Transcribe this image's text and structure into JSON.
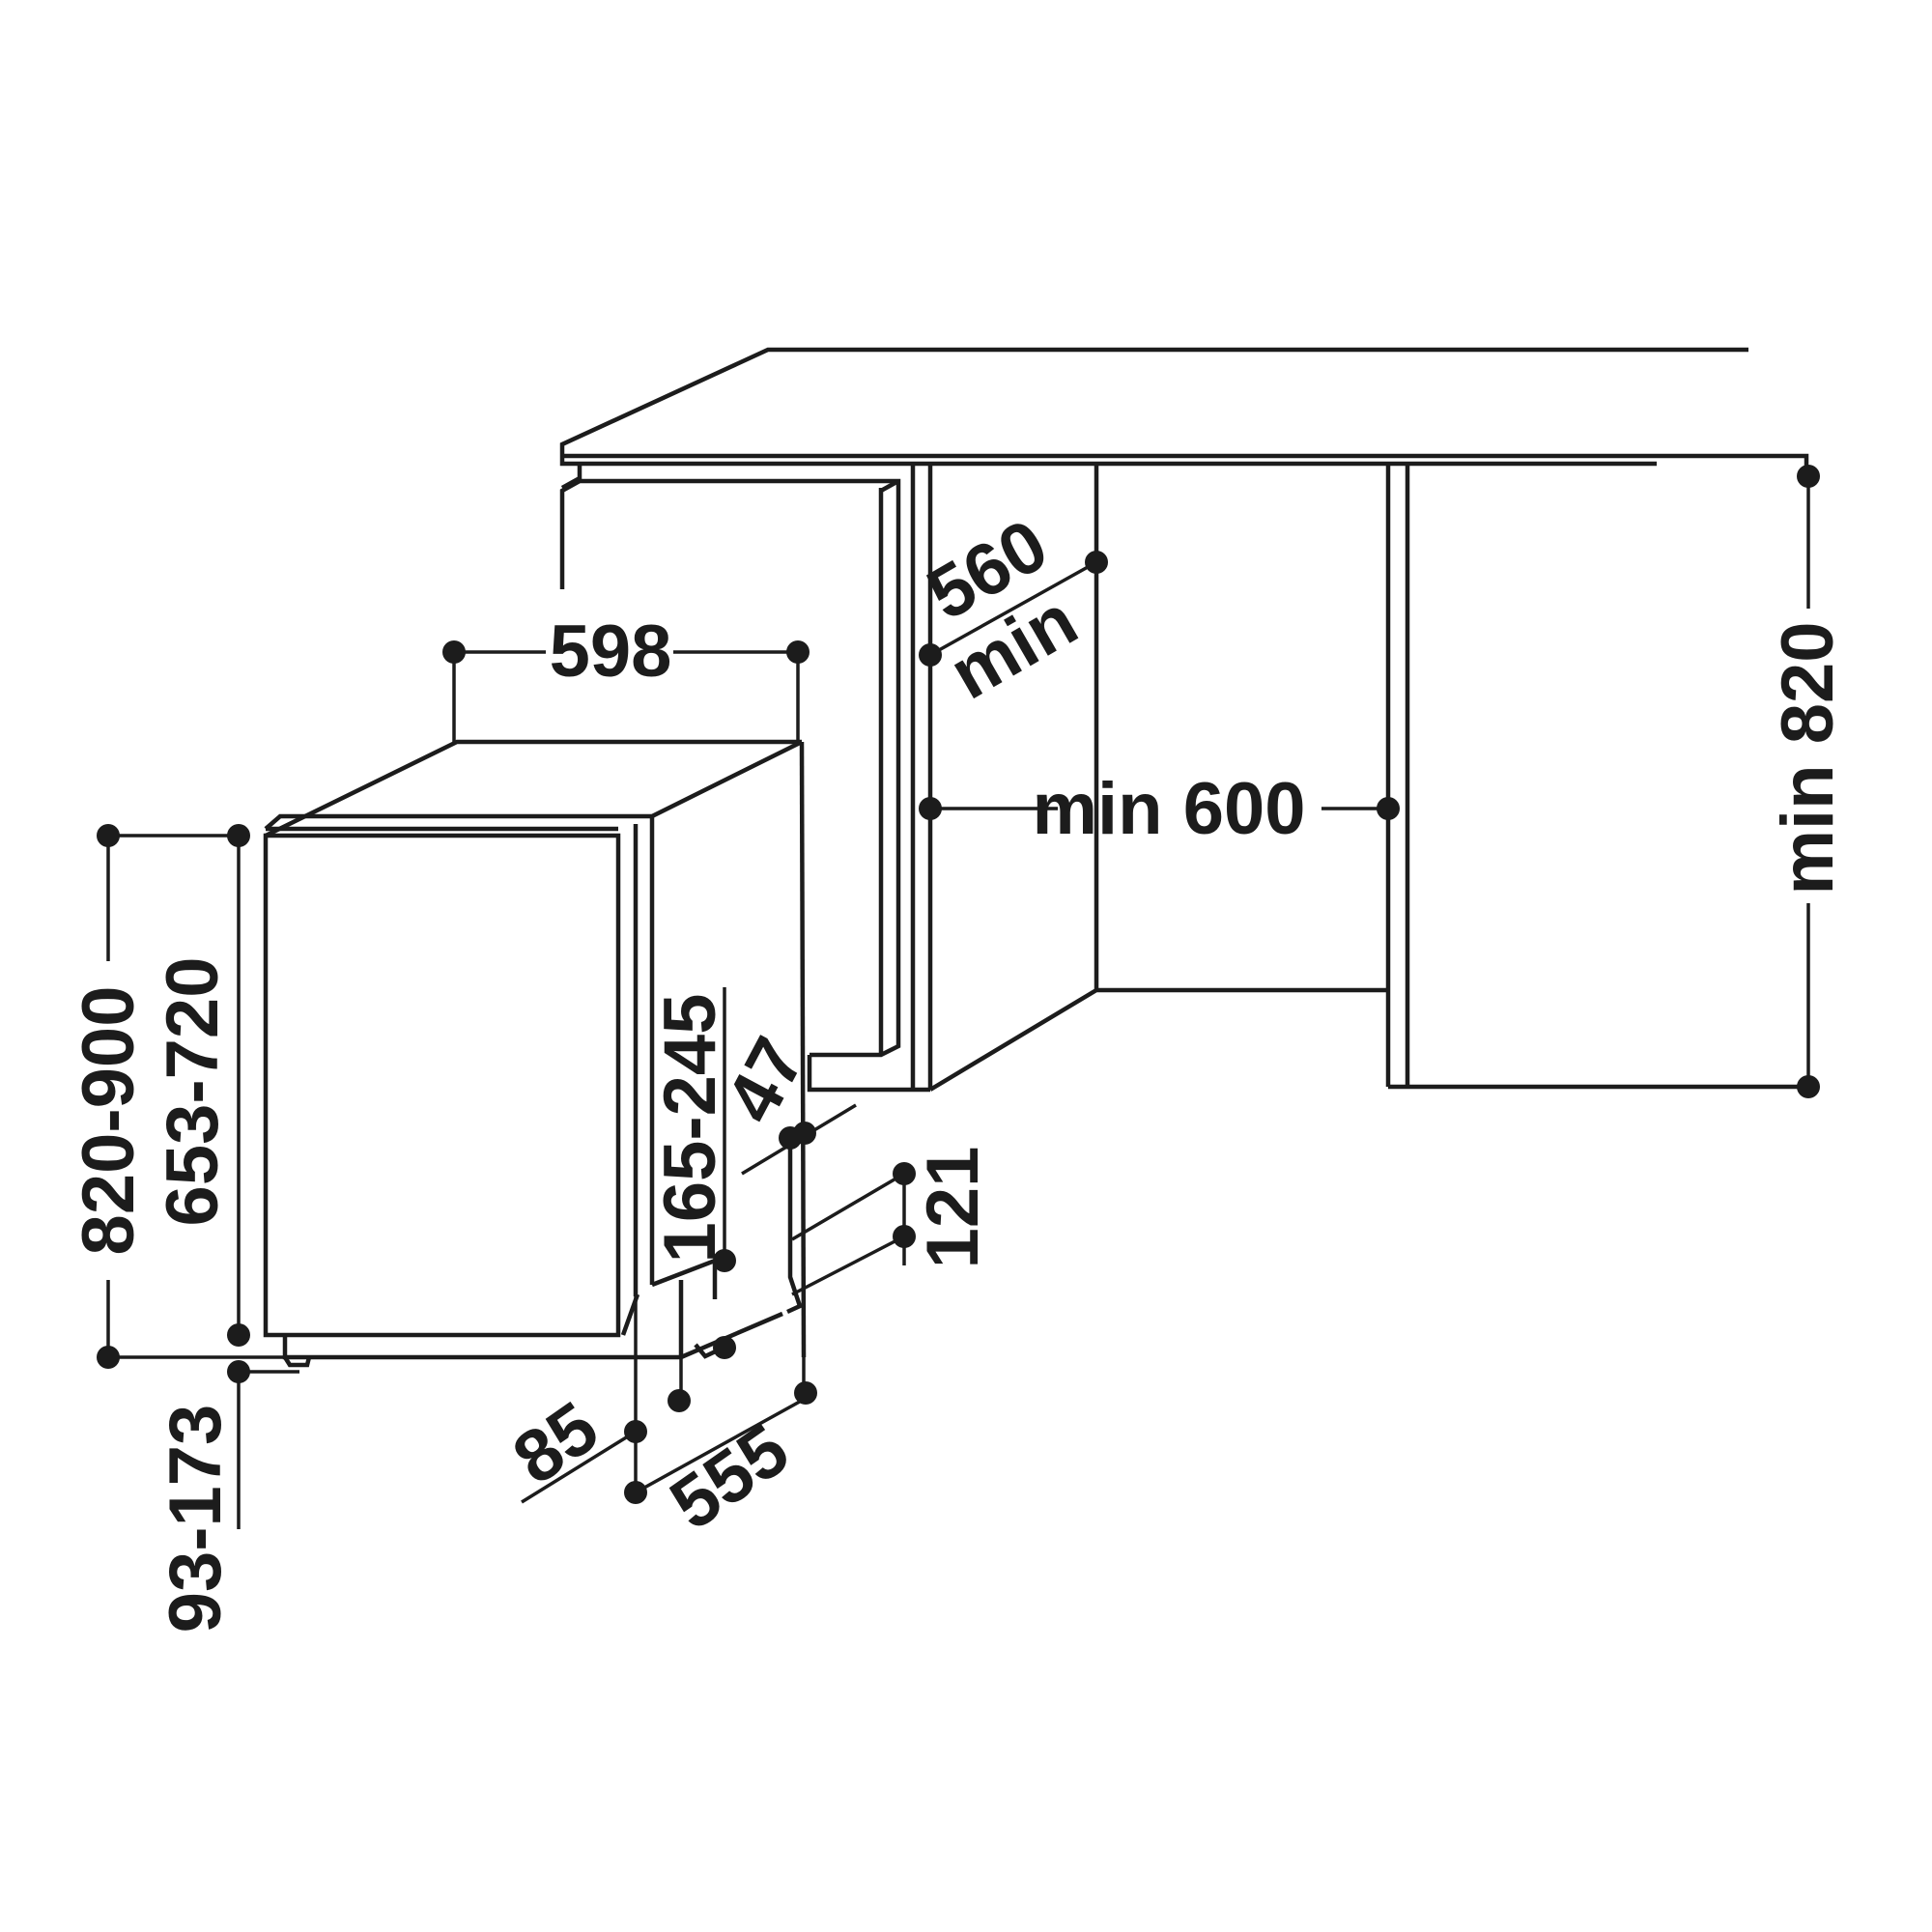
{
  "labels": {
    "overall_width": "598",
    "niche_depth": "560",
    "niche_depth_suffix": "min",
    "niche_width": "min 600",
    "niche_height": "min 820",
    "total_height": "820-900",
    "body_height": "653-720",
    "plinth_range": "165-245",
    "door_offset": "47",
    "base_clearance": "121",
    "foot_height": "93-173",
    "toe_depth": "85",
    "appliance_depth": "555"
  },
  "colors": {
    "line": "#1c1c1c",
    "background": "#ffffff"
  }
}
